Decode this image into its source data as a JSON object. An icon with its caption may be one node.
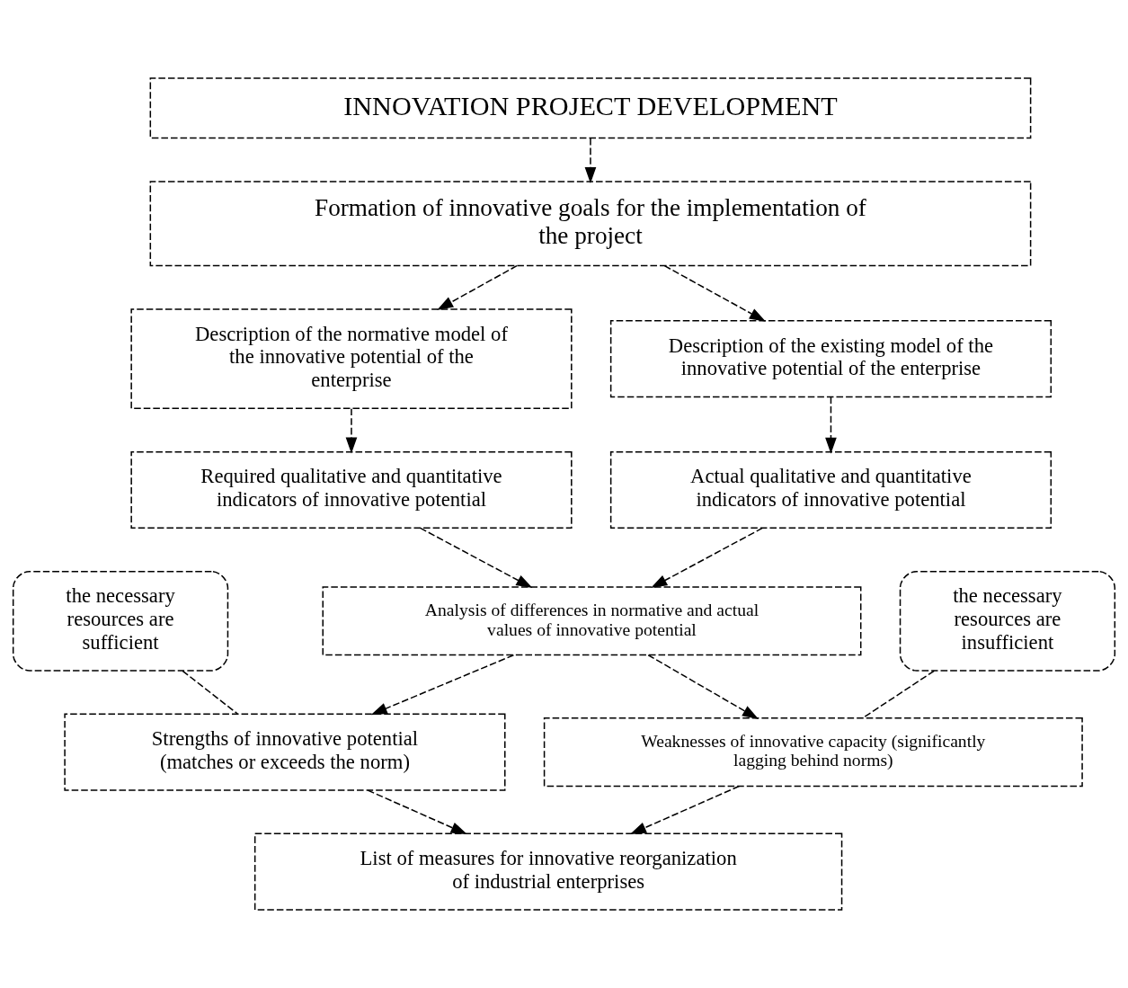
{
  "diagram": {
    "nodes": [
      {
        "text": [
          "INNOVATION PROJECT DEVELOPMENT"
        ]
      },
      {
        "text": [
          "Formation of innovative goals for the implementation of the project"
        ]
      },
      {
        "text": [
          "Description of the normative model of the innovative potential of the enterprise"
        ]
      },
      {
        "text": [
          "Description of the existing model of the innovative potential of the enterprise"
        ]
      },
      {
        "text": [
          "Required qualitative and quantitative indicators of innovative potential"
        ]
      },
      {
        "text": [
          "Actual qualitative and quantitative indicators of innovative potential"
        ]
      },
      {
        "text": [
          "the necessary resources are sufficient"
        ]
      },
      {
        "text": [
          "Analysis of differences in normative and actual values of innovative potential"
        ]
      },
      {
        "text": [
          "the necessary resources are insufficient"
        ]
      },
      {
        "text": [
          "Strengths of innovative potential (matches or exceeds the norm)"
        ]
      },
      {
        "text": [
          "Weaknesses of innovative capacity (significantly lagging behind norms)"
        ]
      },
      {
        "text": [
          "List of measures for innovative reorganization of industrial enterprises"
        ]
      }
    ],
    "edges": [
      {
        "from": 0,
        "to": 1,
        "arrow": "to",
        "style": "dashed"
      },
      {
        "from": 1,
        "to": 2,
        "arrow": "to",
        "style": "dashed"
      },
      {
        "from": 1,
        "to": 3,
        "arrow": "to",
        "style": "dashed"
      },
      {
        "from": 2,
        "to": 4,
        "arrow": "to",
        "style": "dashed"
      },
      {
        "from": 3,
        "to": 5,
        "arrow": "to",
        "style": "dashed"
      },
      {
        "from": 4,
        "to": 7,
        "arrow": "to",
        "style": "dashed"
      },
      {
        "from": 5,
        "to": 7,
        "arrow": "to",
        "style": "dashed"
      },
      {
        "from": 6,
        "to": 9,
        "arrow": "none",
        "style": "dashed"
      },
      {
        "from": 7,
        "to": 9,
        "arrow": "to",
        "style": "dashed"
      },
      {
        "from": 7,
        "to": 10,
        "arrow": "to",
        "style": "dashed"
      },
      {
        "from": 8,
        "to": 10,
        "arrow": "none",
        "style": "dashed"
      },
      {
        "from": 9,
        "to": 11,
        "arrow": "to",
        "style": "dashed"
      },
      {
        "from": 10,
        "to": 11,
        "arrow": "to",
        "style": "dashed"
      }
    ]
  }
}
